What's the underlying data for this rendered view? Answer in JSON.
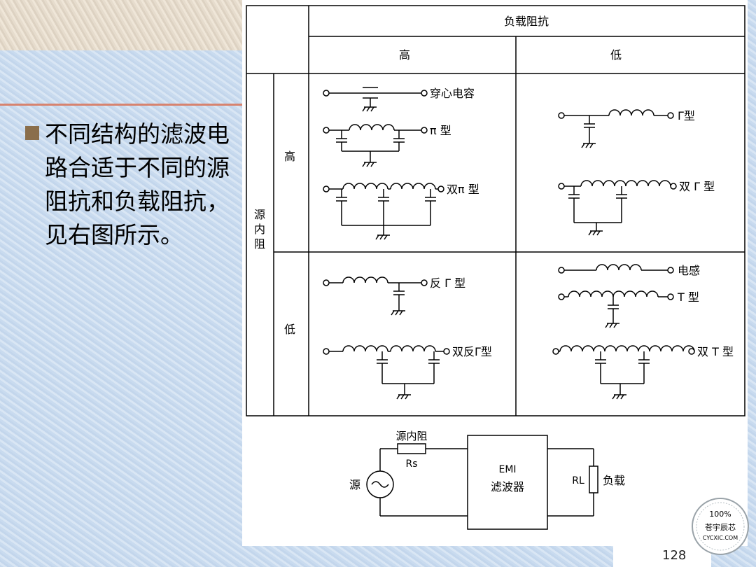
{
  "slide": {
    "bullet_text": "不同结构的滤波电路合适于不同的源阻抗和负载阻抗，见右图所示。",
    "page_number": "128"
  },
  "table": {
    "header_load": "负载阻抗",
    "col_high": "高",
    "col_low": "低",
    "row_group_label": [
      "源",
      "内",
      "阻"
    ],
    "row_high": "高",
    "row_low": "低"
  },
  "circuits": {
    "feedthrough": "穿心电容",
    "pi": "π 型",
    "double_pi": "双π 型",
    "gamma": "Γ型",
    "double_gamma": "双 Γ 型",
    "reverse_gamma": "反 Γ 型",
    "double_reverse_gamma": "双反Γ型",
    "inductor": "电感",
    "t_type": "T 型",
    "double_t": "双 T 型"
  },
  "bottom_circuit": {
    "source_resistance_label": "源内阻",
    "rs_label": "Rs",
    "source_label": "源",
    "filter_line1": "EMI",
    "filter_line2": "滤波器",
    "rl_label": "RL",
    "load_label": "负载"
  },
  "stamp": {
    "top": "100%",
    "middle": "苍宇辰芯",
    "bottom": "CYCXIC.COM"
  }
}
